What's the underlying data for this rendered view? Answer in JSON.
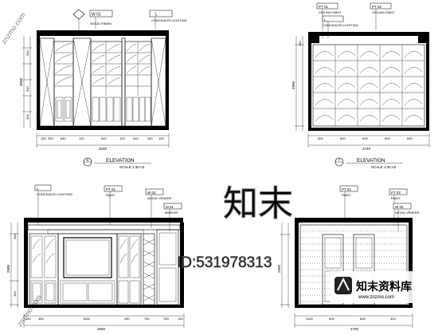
{
  "watermark": {
    "corner_top": "znzmo.com",
    "big": "知末",
    "id": "ID:531978313",
    "logo_name": "知末资料库",
    "logo_url": "www.znzmo.com",
    "corner_bottom": "znzmo.com"
  },
  "views": [
    {
      "tags": [
        {
          "code": "W 01",
          "text": "WOOD FINISH"
        },
        {
          "code": "L",
          "text": "CONCEALED LIGHTING"
        }
      ],
      "elev_number": "5",
      "elev_title": "ELEVATION",
      "elev_scale": "SCALE 1:30  A2",
      "dims_bottom": [
        "150",
        "250",
        "640",
        "120",
        "640",
        "120",
        "640",
        "250",
        "150"
      ],
      "dims_total": "3040",
      "dims_side": [
        "3000",
        "340",
        "900",
        "300"
      ]
    },
    {
      "tags": [
        {
          "code": "PT 01",
          "text": "CEILING PAINT"
        },
        {
          "code": "PT 02",
          "text": "CEILING PAINT"
        },
        {
          "code": "L",
          "text": "CONCEALED LIGHTING"
        }
      ],
      "elev_number": "7",
      "elev_title": "ELEVATION",
      "elev_scale": "SCALE 1:30  A2",
      "dims_bottom": [
        "600",
        "600",
        "600",
        "600",
        "600"
      ],
      "dims_total": "2740",
      "dims_side": [
        "2900",
        "340"
      ]
    },
    {
      "tags": [
        {
          "code": "L",
          "text": "CONCEALED LIGHTING"
        },
        {
          "code": "PT 01",
          "text": "PAINT"
        },
        {
          "code": "W 02",
          "text": "WOOD VENEER"
        },
        {
          "code": "M 01",
          "text": "MIRROR"
        }
      ],
      "dims_bottom": [
        "150",
        "450",
        "1500",
        "450",
        "750",
        "750",
        "150"
      ],
      "dims_total": "4500",
      "dims_side": [
        "2900",
        "300",
        "100"
      ]
    },
    {
      "tags": [
        {
          "code": "PT 01",
          "text": "PAINT"
        },
        {
          "code": "PT 02",
          "text": "PAINT"
        },
        {
          "code": "W 02",
          "text": "WOOD VENEER"
        }
      ],
      "dims_bottom": [
        "1100",
        "600",
        "600",
        "400"
      ],
      "dims_total": "2700",
      "dims_side": [
        "2900"
      ]
    }
  ]
}
